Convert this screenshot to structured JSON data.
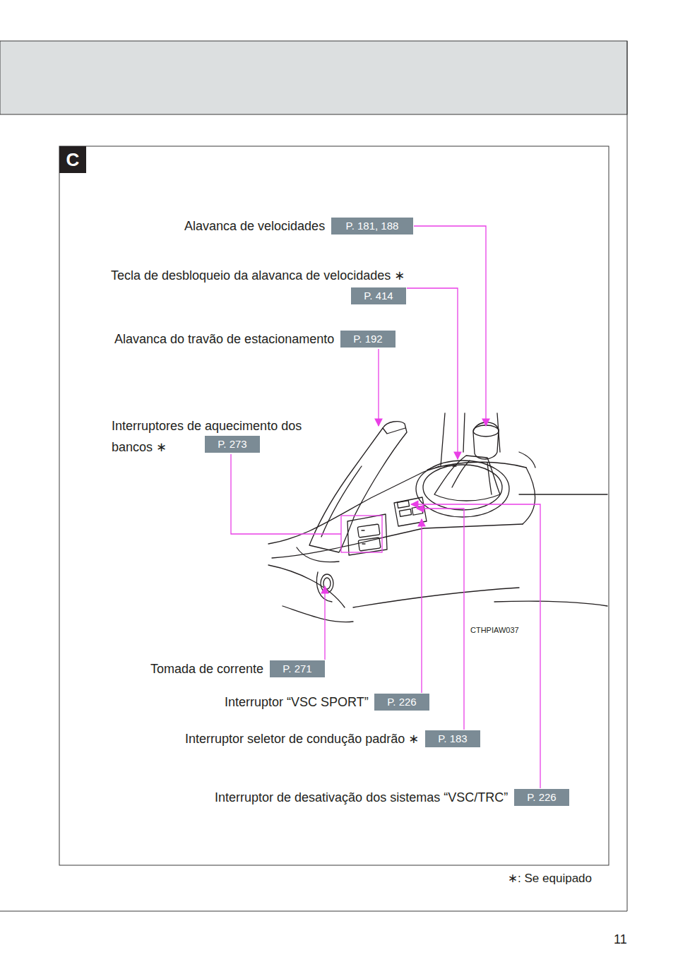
{
  "diagram": {
    "nodes": [
      {
        "text": [
          "C"
        ]
      },
      {
        "text": [
          "Alavanca de velocidades",
          "P. 181, 188"
        ]
      },
      {
        "text": [
          "Tecla de desbloqueio da alavanca de velocidades ∗",
          "P. 414"
        ]
      },
      {
        "text": [
          "Alavanca do travão de estacionamento",
          "P. 192"
        ]
      },
      {
        "text": [
          "Interruptores de aquecimento dos bancos ∗",
          "P. 273"
        ]
      },
      {
        "text": [
          "Tomada de corrente",
          "P. 271"
        ]
      },
      {
        "text": [
          "Interruptor “VSC SPORT”",
          "P. 226"
        ]
      },
      {
        "text": [
          "Interruptor seletor de condução padrão ∗",
          "P. 183"
        ]
      },
      {
        "text": [
          "Interruptor de desativação dos sistemas “VSC/TRC”",
          "P. 226"
        ]
      }
    ],
    "labels": [
      "CTHPIAW037",
      "∗: Se equipado",
      "11"
    ]
  }
}
